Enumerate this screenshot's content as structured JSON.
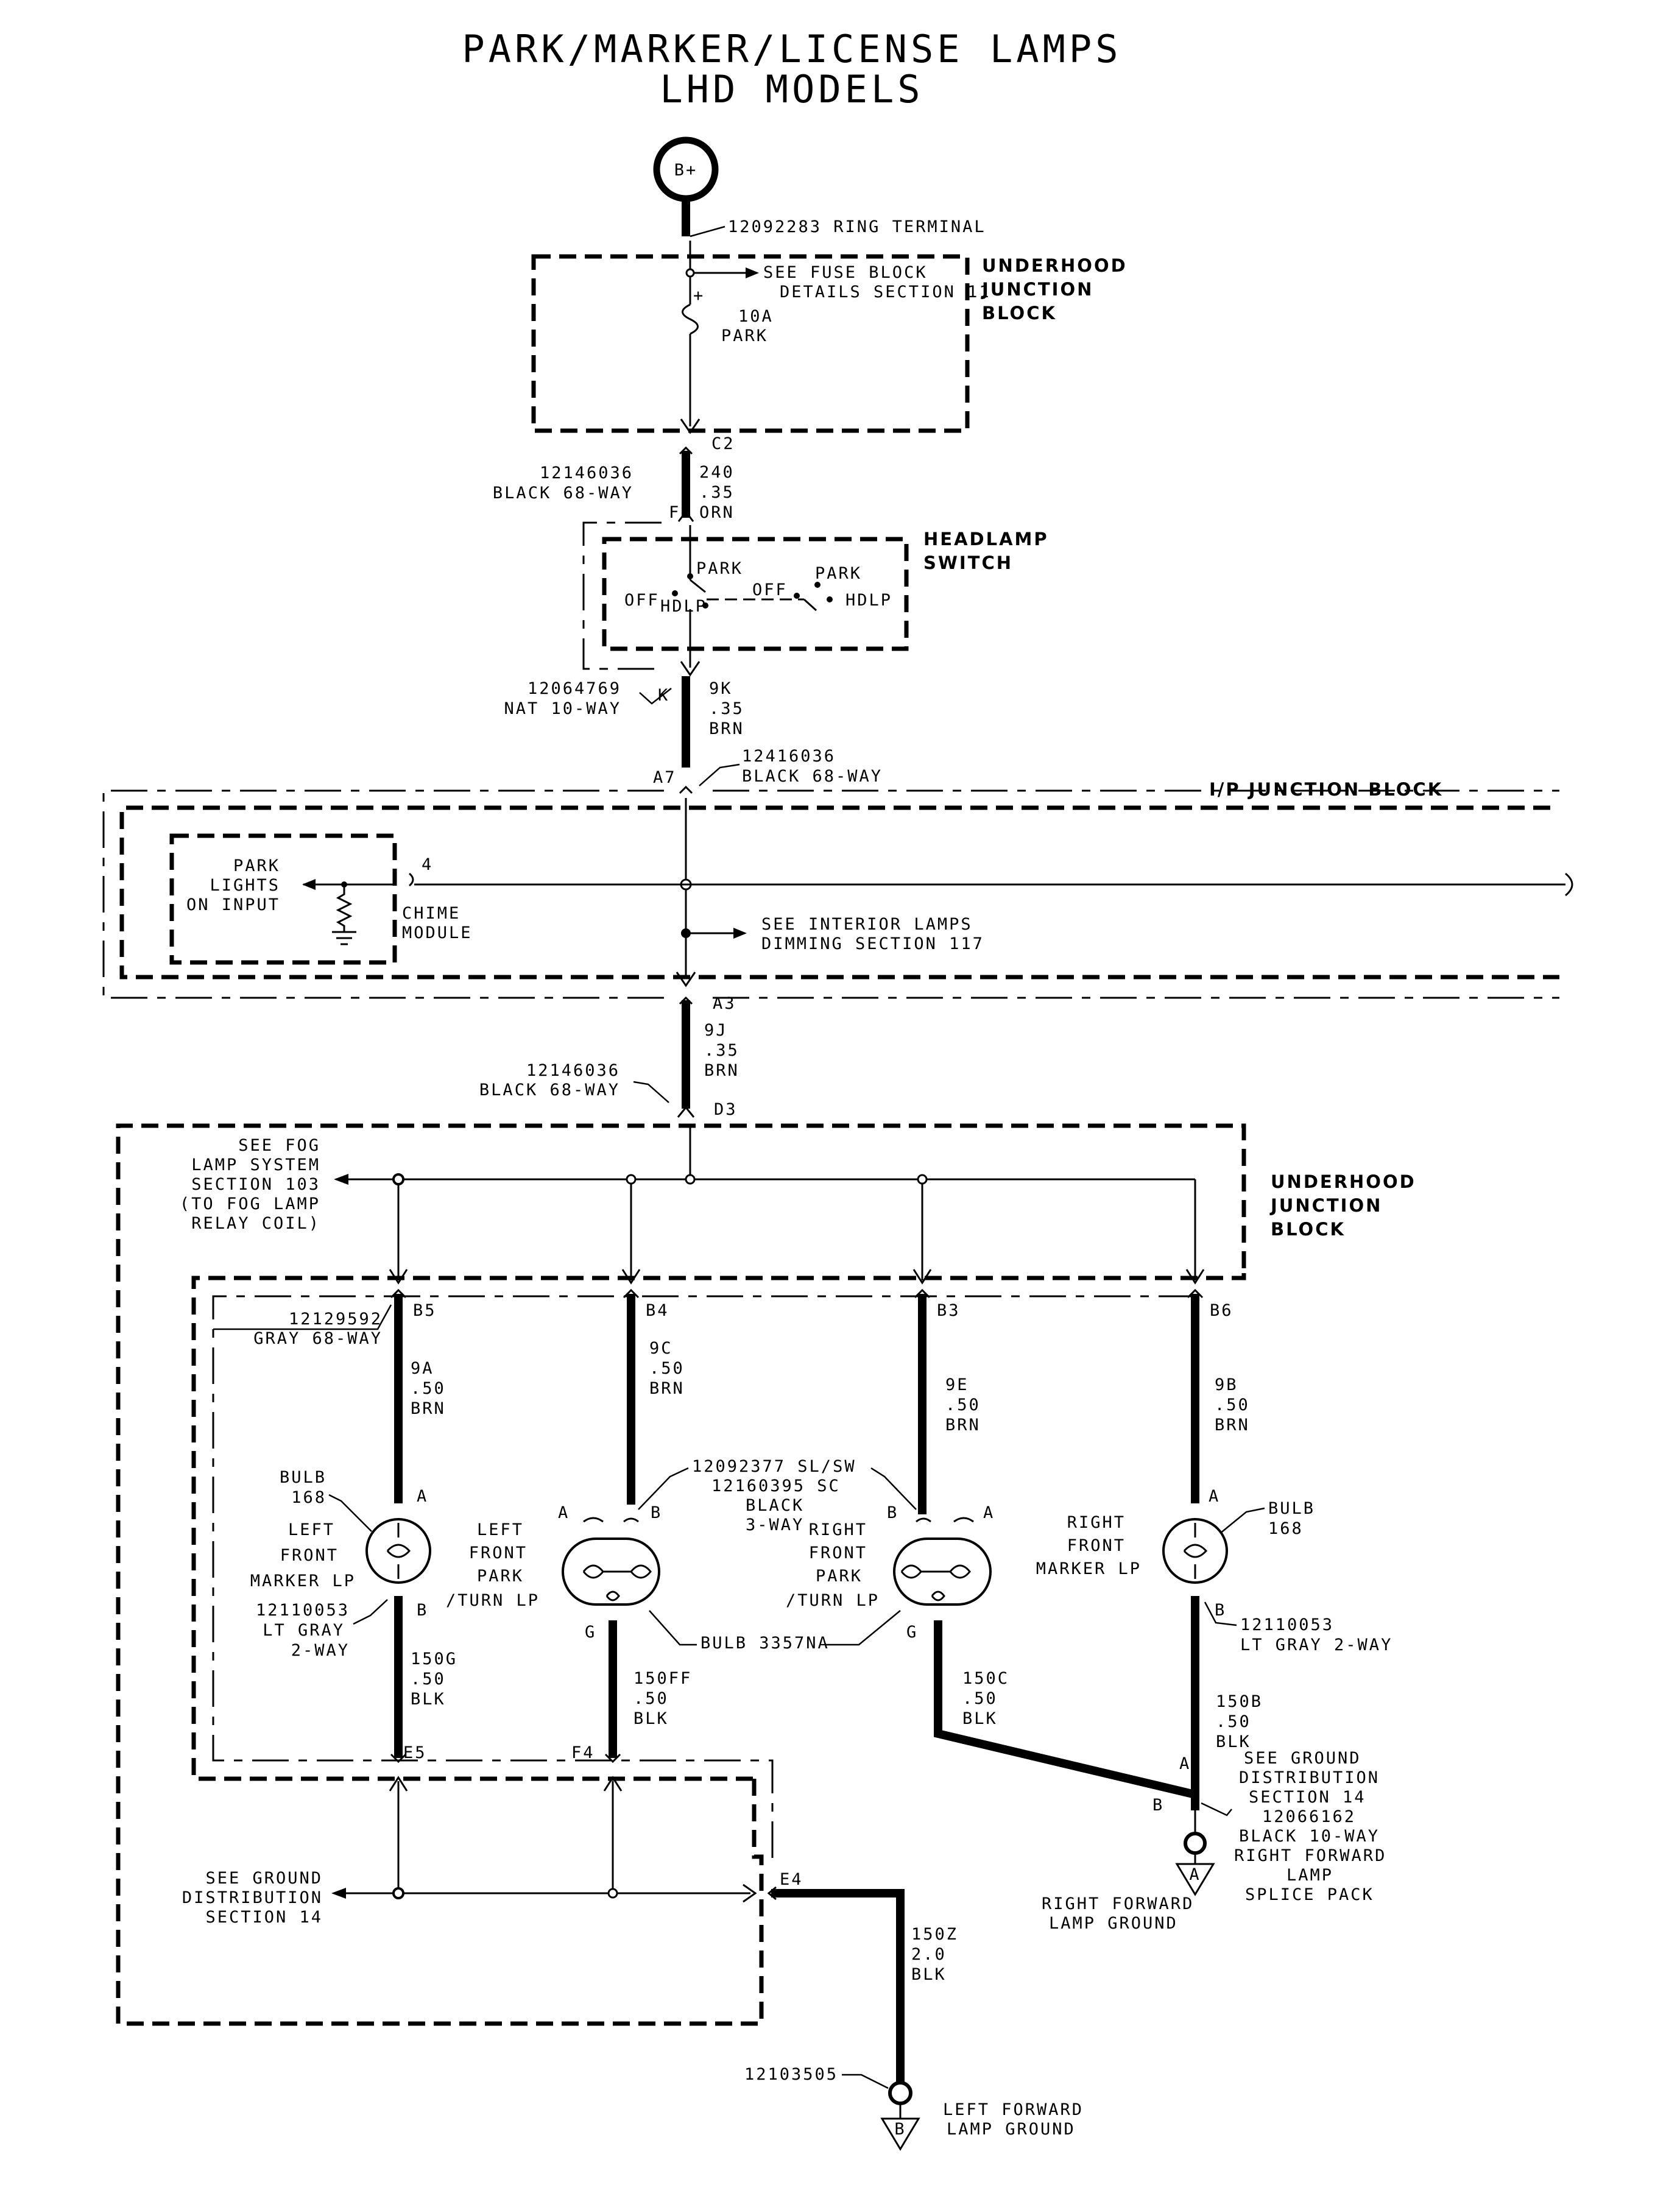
{
  "title": {
    "line1": "PARK/MARKER/LICENSE LAMPS",
    "line2": "LHD MODELS"
  },
  "source": {
    "label": "B+",
    "ring_terminal": "12092283  RING TERMINAL"
  },
  "underhood_top": {
    "title_lines": [
      "UNDERHOOD",
      "JUNCTION",
      "BLOCK"
    ],
    "fuse_ref": [
      "SEE FUSE BLOCK",
      "DETAILS SECTION 11"
    ],
    "fuse_plus": "+",
    "fuse_rating": "10A",
    "fuse_name": "PARK",
    "connector": "C2"
  },
  "wire_240": {
    "connector_part": [
      "12146036",
      "BLACK 68-WAY"
    ],
    "pin": "F",
    "circuit": [
      "240",
      ".35",
      "ORN"
    ]
  },
  "headlamp_switch": {
    "title_lines": [
      "HEADLAMP",
      "SWITCH"
    ],
    "left": {
      "off": "OFF",
      "park": "PARK",
      "hdlp": "HDLP"
    },
    "right": {
      "off": "OFF",
      "park": "PARK",
      "hdlp": "HDLP"
    }
  },
  "wire_9k": {
    "connector_part": [
      "12064769",
      "NAT 10-WAY"
    ],
    "pin": "K",
    "circuit": [
      "9K",
      ".35",
      "BRN"
    ]
  },
  "ip_block": {
    "connector_in": {
      "pin": "A7",
      "part": [
        "12416036",
        "BLACK 68-WAY"
      ]
    },
    "title": "I/P JUNCTION BLOCK",
    "chime": {
      "input_lines": [
        "PARK",
        "LIGHTS",
        "ON INPUT"
      ],
      "pin": "4",
      "module_lines": [
        "CHIME",
        "MODULE"
      ]
    },
    "dimming_ref": [
      "SEE INTERIOR LAMPS",
      "DIMMING SECTION 117"
    ],
    "connector_out": "A3"
  },
  "wire_9j": {
    "circuit": [
      "9J",
      ".35",
      "BRN"
    ],
    "connector_part": [
      "12146036",
      "BLACK 68-WAY"
    ],
    "pin": "D3"
  },
  "underhood_bottom": {
    "title_lines": [
      "UNDERHOOD",
      "JUNCTION",
      "BLOCK"
    ],
    "fog_ref": [
      "SEE FOG",
      "LAMP SYSTEM",
      "SECTION 103",
      "(TO FOG LAMP",
      "RELAY COIL)"
    ],
    "connector_part": [
      "12129592",
      "GRAY 68-WAY"
    ]
  },
  "feeds": [
    {
      "pin": "B5",
      "circuit": [
        "9A",
        ".50",
        "BRN"
      ]
    },
    {
      "pin": "B4",
      "circuit": [
        "9C",
        ".50",
        "BRN"
      ]
    },
    {
      "pin": "B3",
      "circuit": [
        "9E",
        ".50",
        "BRN"
      ]
    },
    {
      "pin": "B6",
      "circuit": [
        "9B",
        ".50",
        "BRN"
      ]
    }
  ],
  "lamps": {
    "left_marker": {
      "bulb": [
        "BULB",
        "168"
      ],
      "name": [
        "LEFT",
        "FRONT",
        "MARKER LP"
      ],
      "pin_a": "A",
      "pin_b": "B",
      "connector": [
        "12110053",
        "LT GRAY",
        "2-WAY"
      ]
    },
    "left_park": {
      "name": [
        "LEFT",
        "FRONT",
        "PARK",
        "/TURN LP"
      ],
      "pin_a": "A",
      "pin_b": "B",
      "pin_g": "G"
    },
    "park_connector": [
      "12092377 SL/SW",
      "12160395 SC",
      "BLACK",
      "3-WAY"
    ],
    "park_bulb": "BULB 3357NA",
    "right_park": {
      "name": [
        "RIGHT",
        "FRONT",
        "PARK",
        "/TURN LP"
      ],
      "pin_a": "A",
      "pin_b": "B",
      "pin_g": "G"
    },
    "right_marker": {
      "bulb": [
        "BULB",
        "168"
      ],
      "name": [
        "RIGHT",
        "FRONT",
        "MARKER LP"
      ],
      "pin_a": "A",
      "pin_b": "B",
      "connector": [
        "12110053",
        "LT GRAY 2-WAY"
      ]
    }
  },
  "grounds": {
    "w150g": [
      "150G",
      ".50",
      "BLK"
    ],
    "w150ff": [
      "150FF",
      ".50",
      "BLK"
    ],
    "w150c": [
      "150C",
      ".50",
      "BLK"
    ],
    "w150b": [
      "150B",
      ".50",
      "BLK"
    ],
    "pin_e5": "E5",
    "pin_f4": "F4",
    "pin_e4": "E4",
    "ground_ref_left": [
      "SEE GROUND",
      "DISTRIBUTION",
      "SECTION 14"
    ],
    "w150z": [
      "150Z",
      "2.0",
      "BLK"
    ],
    "left_eyelet": "12103505",
    "left_ground_letter": "B",
    "left_ground_name": [
      "LEFT FORWARD",
      "LAMP GROUND"
    ],
    "splice_pins": {
      "a": "A",
      "b": "B"
    },
    "right_ref": [
      "SEE GROUND",
      "DISTRIBUTION",
      "SECTION 14",
      "12066162",
      "BLACK 10-WAY",
      "RIGHT FORWARD",
      "LAMP",
      "SPLICE PACK"
    ],
    "right_ground_letter": "A",
    "right_ground_name": [
      "RIGHT FORWARD",
      "LAMP GROUND"
    ]
  }
}
